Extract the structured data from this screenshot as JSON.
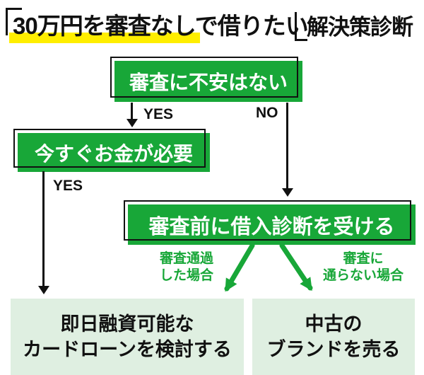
{
  "title": {
    "bracket_open": "「",
    "main": "30万円を審査なしで借りたい",
    "bracket_close": "」",
    "suffix": "解決策診断"
  },
  "colors": {
    "box_green": "#18a738",
    "result_light_green": "#dfefe1",
    "highlight_yellow": "#ffee00",
    "line_black": "#111111"
  },
  "flow": {
    "q1": {
      "label": "審査に不安はない",
      "yes_label": "YES",
      "no_label": "NO"
    },
    "q2": {
      "label": "今すぐお金が必要",
      "yes_label": "YES"
    },
    "action": {
      "label": "審査前に借入診断を受ける"
    },
    "branch_pass": {
      "line1": "審査通過",
      "line2": "した場合"
    },
    "branch_fail": {
      "line1": "審査に",
      "line2": "通らない場合"
    },
    "result_left": {
      "line1": "即日融資可能な",
      "line2": "カードローンを検討する"
    },
    "result_right": {
      "line1": "中古の",
      "line2": "ブランドを売る"
    }
  }
}
